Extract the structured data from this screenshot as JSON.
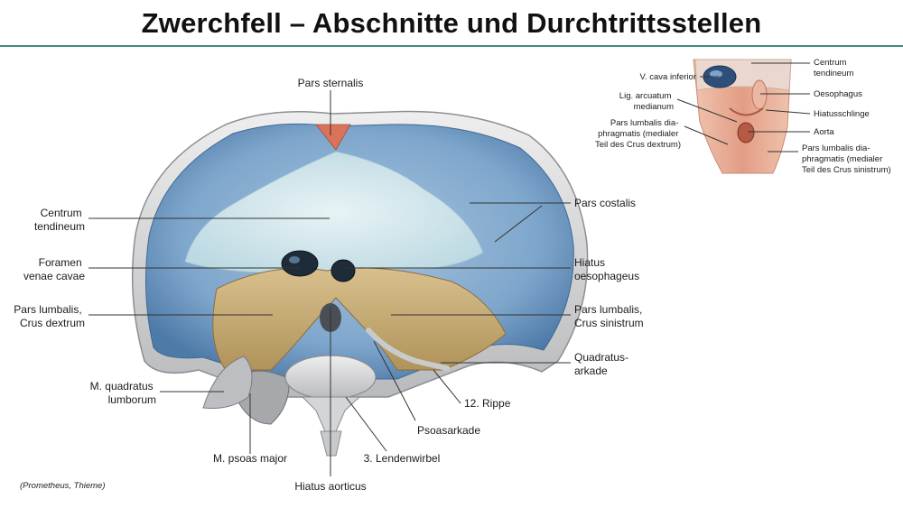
{
  "title": "Zwerchfell – Abschnitte und Durchtrittsstellen",
  "credit": "(Prometheus, Thieme)",
  "colors": {
    "accent_rule": "#3f8a80",
    "muscle_blue": "#7ea6cc",
    "tendon": "#cfe4ea",
    "crus_tan": "#c7ad77",
    "bone": "#d9dadc",
    "inset_muscle": "#e3a890"
  },
  "labels": {
    "pars_sternalis": "Pars sternalis",
    "centrum_tendineum": [
      "Centrum",
      "tendineum"
    ],
    "foramen_venae_cavae": [
      "Foramen",
      "venae cavae"
    ],
    "pars_lumbalis_dextrum": [
      "Pars lumbalis,",
      "Crus dextrum"
    ],
    "m_quadratus_lumborum": [
      "M. quadratus",
      "lumborum"
    ],
    "m_psoas_major": "M. psoas major",
    "hiatus_aorticus": "Hiatus aorticus",
    "lendenwirbel": "3. Lendenwirbel",
    "psoasarkade": "Psoasarkade",
    "rippe_12": "12. Rippe",
    "quadratusarkade": [
      "Quadratus-",
      "arkade"
    ],
    "pars_lumbalis_sinistrum": [
      "Pars lumbalis,",
      "Crus sinistrum"
    ],
    "hiatus_oesophageus": [
      "Hiatus",
      "oesophageus"
    ],
    "pars_costalis": "Pars costalis"
  },
  "inset": {
    "v_cava_inferior": "V. cava inferior",
    "lig_arcuatum": [
      "Lig. arcuatum",
      "medianum"
    ],
    "pars_lumbalis_dextrum": [
      "Pars lumbalis dia-",
      "phragmatis (medialer",
      "Teil des Crus dextrum)"
    ],
    "centrum_tendineum": [
      "Centrum",
      "tendineum"
    ],
    "oesophagus": "Oesophagus",
    "hiatusschlinge": "Hiatusschlinge",
    "aorta": "Aorta",
    "pars_lumbalis_sinistrum": [
      "Pars lumbalis dia-",
      "phragmatis (medialer",
      "Teil des Crus sinistrum)"
    ]
  }
}
